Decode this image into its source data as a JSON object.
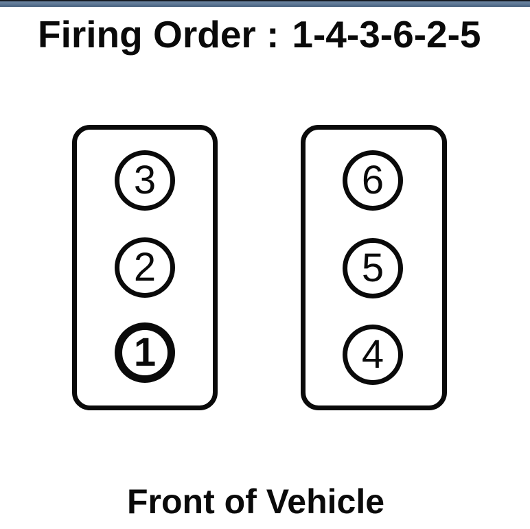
{
  "colors": {
    "titlebar_dark": "#171c23",
    "titlebar_blue_light": "#6a84a1",
    "titlebar_blue_dark": "#46607d",
    "ink": "#0a0a0a",
    "background": "#ffffff"
  },
  "title": {
    "label": "Firing Order :",
    "order": "1-4-3-6-2-5"
  },
  "banks": {
    "left": {
      "cylinders": [
        "3",
        "2",
        "1"
      ]
    },
    "right": {
      "cylinders": [
        "6",
        "5",
        "4"
      ]
    }
  },
  "emphasized_cylinder": "1",
  "footer": {
    "label": "Front of Vehicle"
  }
}
